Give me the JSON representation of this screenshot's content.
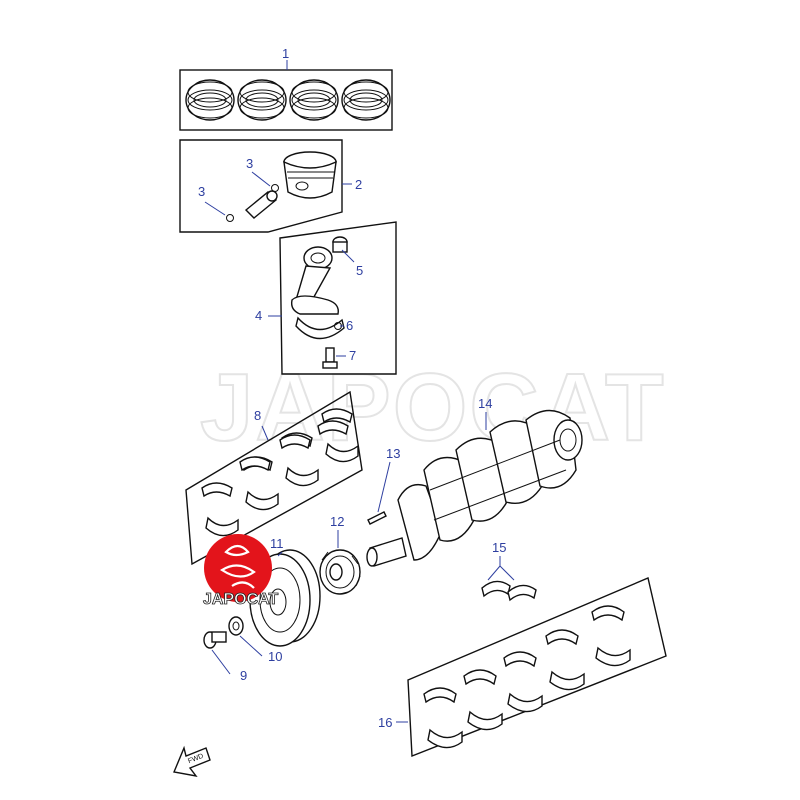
{
  "watermark_text": "JAPOCAT",
  "logo": {
    "text": "JAPOCAT",
    "color": "#e3141b"
  },
  "fwd_label": "FWD",
  "callouts": {
    "c1": "1",
    "c2": "2",
    "c3a": "3",
    "c3b": "3",
    "c4": "4",
    "c5": "5",
    "c6": "6",
    "c7": "7",
    "c8": "8",
    "c9": "9",
    "c10": "10",
    "c11": "11",
    "c12": "12",
    "c13": "13",
    "c14": "14",
    "c15": "15",
    "c16": "16"
  },
  "colors": {
    "callout": "#2e3fa0",
    "line": "#111111",
    "logo": "#e3141b"
  }
}
